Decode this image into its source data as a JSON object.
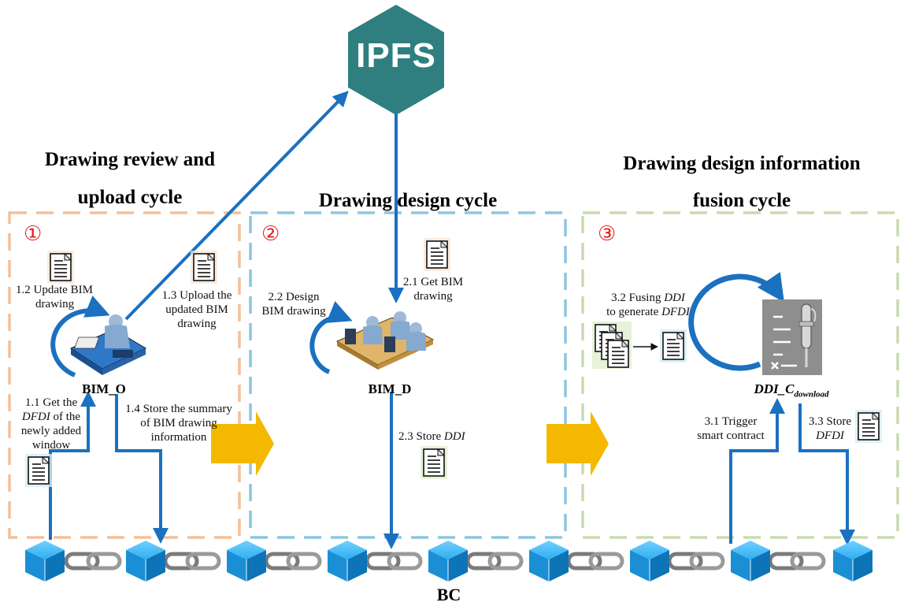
{
  "ipfs": {
    "label": "IPFS"
  },
  "cycles": {
    "one": {
      "number": "①",
      "title_line1": "Drawing review and",
      "title_line2": "upload cycle"
    },
    "two": {
      "number": "②",
      "title": "Drawing design cycle"
    },
    "three": {
      "number": "③",
      "title_line1": "Drawing design information",
      "title_line2": "fusion cycle"
    }
  },
  "nodes": {
    "bim_o": "BIM_O",
    "bim_d": "BIM_D",
    "ddi_c_main": "DDI_C",
    "ddi_c_sub": "download"
  },
  "steps": {
    "s1_1": {
      "l1": "1.1 Get the",
      "l2_em": "DFDI",
      "l2_rest": " of the",
      "l3": "newly added",
      "l4": "window"
    },
    "s1_2": {
      "l1": "1.2 Update BIM",
      "l2": "drawing"
    },
    "s1_3": {
      "l1": "1.3 Upload the",
      "l2": "updated BIM",
      "l3": "drawing"
    },
    "s1_4": {
      "l1": "1.4 Store the summary",
      "l2": "of BIM drawing",
      "l3": "information"
    },
    "s2_1": {
      "l1": "2.1 Get BIM",
      "l2": "drawing"
    },
    "s2_2": {
      "l1": "2.2 Design",
      "l2": "BIM drawing"
    },
    "s2_3": {
      "pre": "2.3 Store ",
      "em": "DDI"
    },
    "s3_1": {
      "l1": "3.1 Trigger",
      "l2": "smart contract"
    },
    "s3_2": {
      "l1_pre": "3.2 Fusing ",
      "l1_em": "DDI",
      "l2_pre": "to generate ",
      "l2_em": "DFDI"
    },
    "s3_3": {
      "l1": "3.3 Store",
      "l2_em": "DFDI"
    }
  },
  "blockchain": {
    "label": "BC"
  },
  "colors": {
    "cycle1": "#f4c09a",
    "cycle2": "#8cc7dd",
    "cycle3": "#c9dbb0",
    "arrow": "#1b70c0",
    "ipfs": "#2f7f80",
    "cube": "#1a9ae0",
    "transfer_arrow": "#f5b800",
    "number": "#e21f1f"
  }
}
